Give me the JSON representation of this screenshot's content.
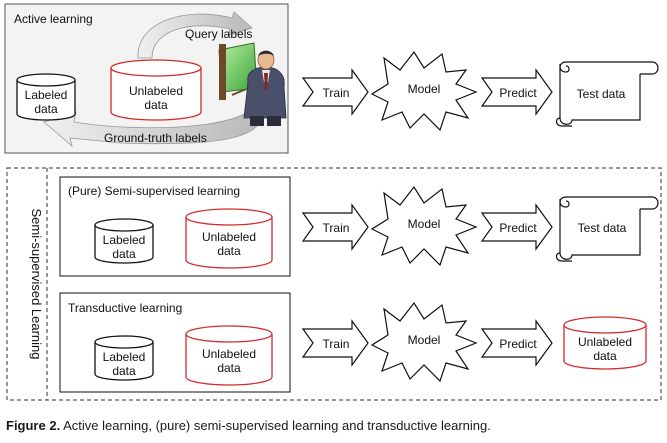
{
  "active": {
    "title": "Active learning",
    "query_labels": "Query labels",
    "ground_truth_labels": "Ground-truth labels",
    "labeled": [
      "Labeled",
      "data"
    ],
    "unlabeled": [
      "Unlabeled",
      "data"
    ]
  },
  "ssl_group_label": "Semi-supervised Learning",
  "pure": {
    "title": "(Pure) Semi-supervised learning",
    "labeled": [
      "Labeled",
      "data"
    ],
    "unlabeled": [
      "Unlabeled",
      "data"
    ]
  },
  "transductive": {
    "title": "Transductive learning",
    "labeled": [
      "Labeled",
      "data"
    ],
    "unlabeled": [
      "Unlabeled",
      "data"
    ]
  },
  "pipeline": {
    "train": "Train",
    "model": "Model",
    "predict": "Predict"
  },
  "outputs": {
    "test_data": "Test data",
    "unlabeled": [
      "Unlabeled",
      "data"
    ]
  },
  "caption": {
    "label": "Figure 2.",
    "text": "Active learning, (pure) semi-supervised learning and transductive learning."
  },
  "colors": {
    "unlabeled_stroke": "#d42a2a",
    "labeled_stroke": "#111111",
    "active_panel_fill": "#f3f3f3",
    "curve_arrow": "#c8c8c8"
  }
}
